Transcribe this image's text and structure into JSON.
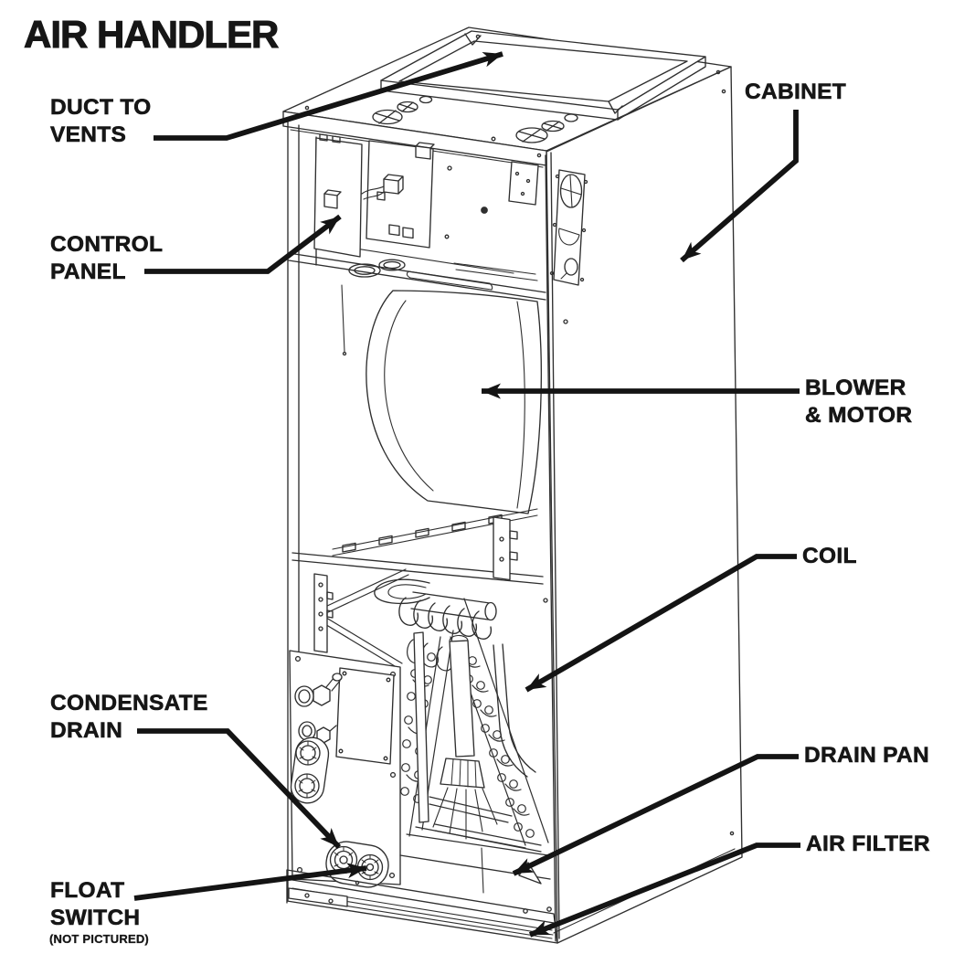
{
  "title": "AIR HANDLER",
  "colors": {
    "background": "#ffffff",
    "ink": "#161616",
    "line_art": "#2f2f2f",
    "leader": "#141414"
  },
  "labels": {
    "duct_to_vents": {
      "text": "DUCT TO\nVENTS"
    },
    "control_panel": {
      "text": "CONTROL\nPANEL"
    },
    "cabinet": {
      "text": "CABINET"
    },
    "blower_motor": {
      "text": "BLOWER\n& MOTOR"
    },
    "coil": {
      "text": "COIL"
    },
    "condensate_drain": {
      "text": "CONDENSATE\nDRAIN"
    },
    "float_switch": {
      "text": "FLOAT\nSWITCH",
      "note": "(NOT PICTURED)"
    },
    "drain_pan": {
      "text": "DRAIN PAN"
    },
    "air_filter": {
      "text": "AIR FILTER"
    }
  }
}
